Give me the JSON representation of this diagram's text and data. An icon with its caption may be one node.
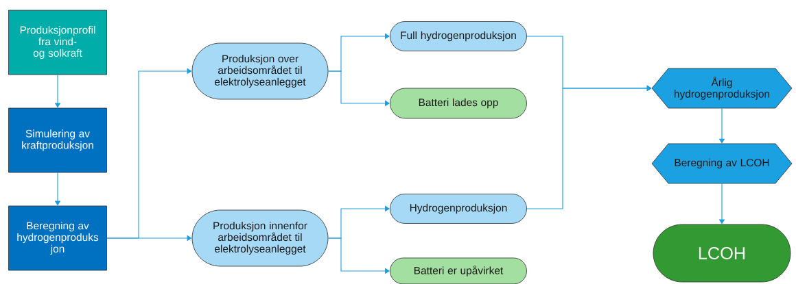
{
  "diagram": {
    "nodes": [
      {
        "text": [
          "Produksjonprofil fra vind- og solkraft"
        ]
      },
      {
        "text": [
          "Simulering av kraftproduksjon"
        ]
      },
      {
        "text": [
          "Beregning av hydrogenproduks jon"
        ]
      },
      {
        "text": [
          "Produksjon over arbeidsområdet til elektrolyseanlegget"
        ]
      },
      {
        "text": [
          "Produksjon innenfor arbeidsområdet til elektrolyseanlegget"
        ]
      },
      {
        "text": [
          "Full hydrogenproduksjon"
        ]
      },
      {
        "text": [
          "Batteri lades opp"
        ]
      },
      {
        "text": [
          "Hydrogenproduksjon"
        ]
      },
      {
        "text": [
          "Batteri er upåvirket"
        ]
      },
      {
        "text": [
          "Årlig hydrogenproduksjon"
        ]
      },
      {
        "text": [
          "Beregning av LCOH"
        ]
      },
      {
        "text": [
          "LCOH"
        ]
      }
    ],
    "edges": [
      {
        "from": 0,
        "to": 1,
        "arrow": "to"
      },
      {
        "from": 1,
        "to": 2,
        "arrow": "to"
      },
      {
        "from": 2,
        "to": 3,
        "arrow": "to"
      },
      {
        "from": 2,
        "to": 4,
        "arrow": "to"
      },
      {
        "from": 3,
        "to": 5,
        "arrow": "to"
      },
      {
        "from": 3,
        "to": 6,
        "arrow": "to"
      },
      {
        "from": 4,
        "to": 7,
        "arrow": "to"
      },
      {
        "from": 4,
        "to": 8,
        "arrow": "to"
      },
      {
        "from": 5,
        "to": 9,
        "arrow": "to"
      },
      {
        "from": 7,
        "to": 9,
        "arrow": "to"
      },
      {
        "from": 9,
        "to": 10,
        "arrow": "to"
      },
      {
        "from": 10,
        "to": 11,
        "arrow": "to"
      }
    ]
  }
}
